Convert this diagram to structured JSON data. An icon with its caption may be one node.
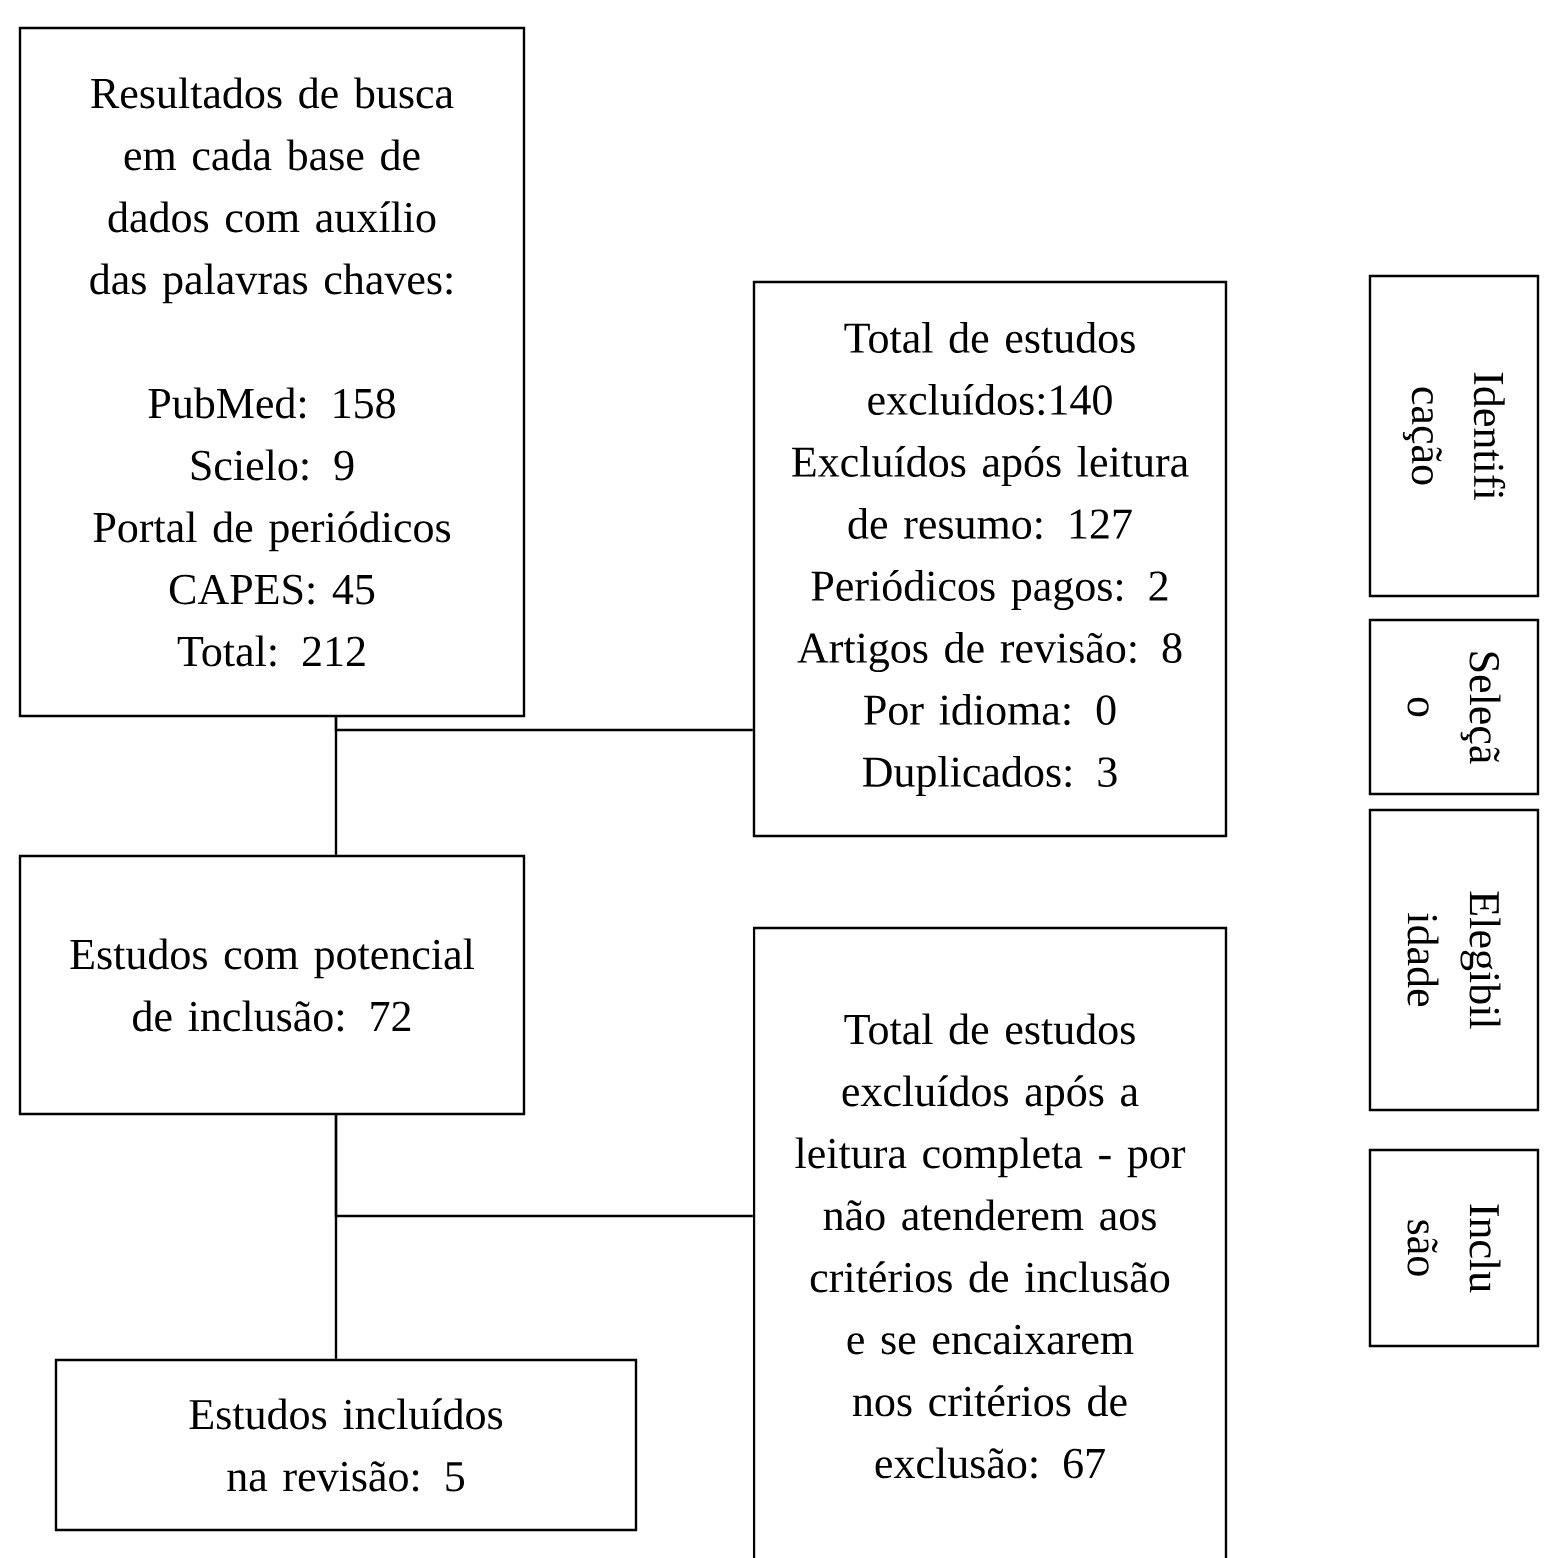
{
  "diagram": {
    "nodes": [
      {
        "text": [
          "Resultados de busca em cada base de dados com auxílio das palavras chaves:",
          "PubMed: 158",
          "Scielo: 9",
          "Portal de periódicos CAPES: 45",
          "Total: 212"
        ]
      },
      {
        "text": [
          "Total de estudos excluídos:140",
          "Excluídos após leitura de resumo: 127",
          "Periódicos pagos:  2",
          "Artigos de revisão: 8",
          "Por idioma: 0",
          "Duplicados: 3"
        ]
      },
      {
        "text": [
          "Estudos com potencial de inclusão: 72"
        ]
      },
      {
        "text": [
          "Total de estudos excluídos após a leitura completa - por não atenderem aos critérios de inclusão e se encaixarem nos critérios de exclusão: 67"
        ]
      },
      {
        "text": [
          "Estudos incluídos na revisão: 5"
        ]
      },
      {
        "text": [
          "Identifi cação"
        ]
      },
      {
        "text": [
          "Seleçã o"
        ]
      },
      {
        "text": [
          "Elegibil idade"
        ]
      },
      {
        "text": [
          "Inclu são"
        ]
      }
    ],
    "edges": [
      {
        "from": 0,
        "to": 2,
        "arrow": "none"
      },
      {
        "from": 0,
        "to": 1,
        "arrow": "none"
      },
      {
        "from": 2,
        "to": 4,
        "arrow": "none"
      },
      {
        "from": 2,
        "to": 3,
        "arrow": "none"
      }
    ]
  }
}
